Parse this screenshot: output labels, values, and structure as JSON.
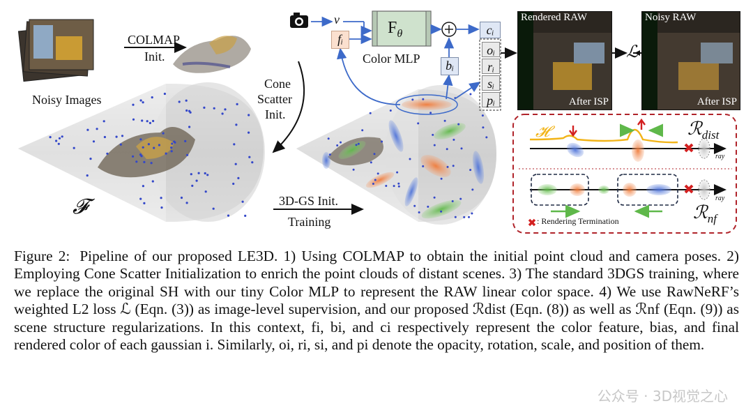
{
  "figure": {
    "noisy_images_label": "Noisy Images",
    "colmap_label": "COLMAP",
    "colmap_init_label": "Init.",
    "cone_scatter_lines": [
      "Cone",
      "Scatter",
      "Init."
    ],
    "feature_symbol": "𝓕",
    "gs_init_label": "3D-GS Init.",
    "training_label": "Training",
    "v_symbol": "v",
    "f_symbol": "fᵢ",
    "mlp_label": "F",
    "mlp_sub": "θ",
    "color_mlp_label": "Color MLP",
    "b_symbol": "bᵢ",
    "c_symbol": "cᵢ",
    "attr_symbols": [
      "oᵢ",
      "rᵢ",
      "sᵢ",
      "pᵢ"
    ],
    "loss_symbol": "ℒ",
    "rendered_raw_label": "Rendered RAW",
    "noisy_raw_label": "Noisy RAW",
    "after_isp_label": "After ISP",
    "h_symbol": "𝓗",
    "r_dist_label": "ℛ",
    "r_dist_sub": "dist",
    "r_nf_label": "ℛ",
    "r_nf_sub": "nf",
    "ray_label": "ray",
    "termination_label": ": Rendering Termination"
  },
  "caption": {
    "figure_label": "Figure 2:",
    "text": "Pipeline of our proposed LE3D. 1) Using COLMAP to obtain the initial point cloud and camera poses. 2) Employing Cone Scatter Initialization to enrich the point clouds of distant scenes. 3) The standard 3DGS training, where we replace the original SH with our tiny Color MLP to represent the RAW linear color space. 4) We use RawNeRF’s weighted L2 loss ℒ (Eqn. (3)) as image-level supervision, and our proposed ℛdist (Eqn. (8)) as well as ℛnf (Eqn. (9)) as scene structure regularizations. In this context, fi, bi, and ci respectively represent the color feature, bias, and final rendered color of each gaussian i. Similarly, oi, ri, si, and pi denote the opacity, rotation, scale, and position of them."
  },
  "watermark": "公众号 · 3D视觉之心",
  "colors": {
    "accent_red": "#b0232a",
    "gauss_blue": "#5a7fd6",
    "gauss_orange": "#ef8a4a",
    "gauss_green": "#6cbd5a",
    "curve_yellow": "#f2b418"
  }
}
